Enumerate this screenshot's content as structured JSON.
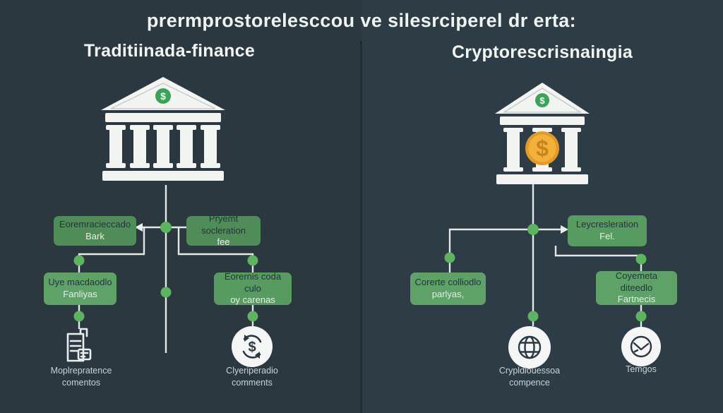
{
  "title": "prermprostorelesccou ve silesrciperel dr erta:",
  "glyphs": {
    "dollar": "$"
  },
  "left_panel": {
    "header": "Traditiinada-finance",
    "boxes": [
      {
        "line1": "Eoremracieccado",
        "line2": "Bark"
      },
      {
        "line1": "Pryemt socleration",
        "line2": "fee"
      },
      {
        "line1": "Uye macdaodlo",
        "line2": "Fanliyas"
      },
      {
        "line1": "Eorernis coda culo",
        "line2": "oy carenas"
      }
    ],
    "leaf_labels": [
      {
        "icon": "document-icon",
        "line1": "Moplrepratence",
        "line2": "comentos"
      },
      {
        "icon": "money-cycle-icon",
        "line1": "Clyeriperadio",
        "line2": "comments"
      }
    ]
  },
  "right_panel": {
    "header": "Cryptorescrisnaingia",
    "boxes": [
      {
        "line1": "Leycresleration",
        "line2": "Fel."
      },
      {
        "line1": "Corerte colliodlo",
        "line2": "parlyas,"
      },
      {
        "line1": "Coyemeta diteedlo",
        "line2": "Fartnecis"
      }
    ],
    "leaf_labels": [
      {
        "icon": "globe-icon",
        "line1": "Crypldiouessoa",
        "line2": "compence"
      },
      {
        "icon": "clock-icon",
        "line1": "Temgos",
        "line2": ""
      }
    ]
  },
  "colors": {
    "background_left": "#2b383f",
    "background_right": "#2d3c45",
    "box_green_dark": "#4f8c58",
    "box_green_light": "#5ea267",
    "node_dot": "#5cb45e",
    "wire": "#e3e7e7",
    "bank_white": "#f2f4f2",
    "pediment_badge_green": "#3aa357",
    "coin_gold": "#f4b13a"
  }
}
